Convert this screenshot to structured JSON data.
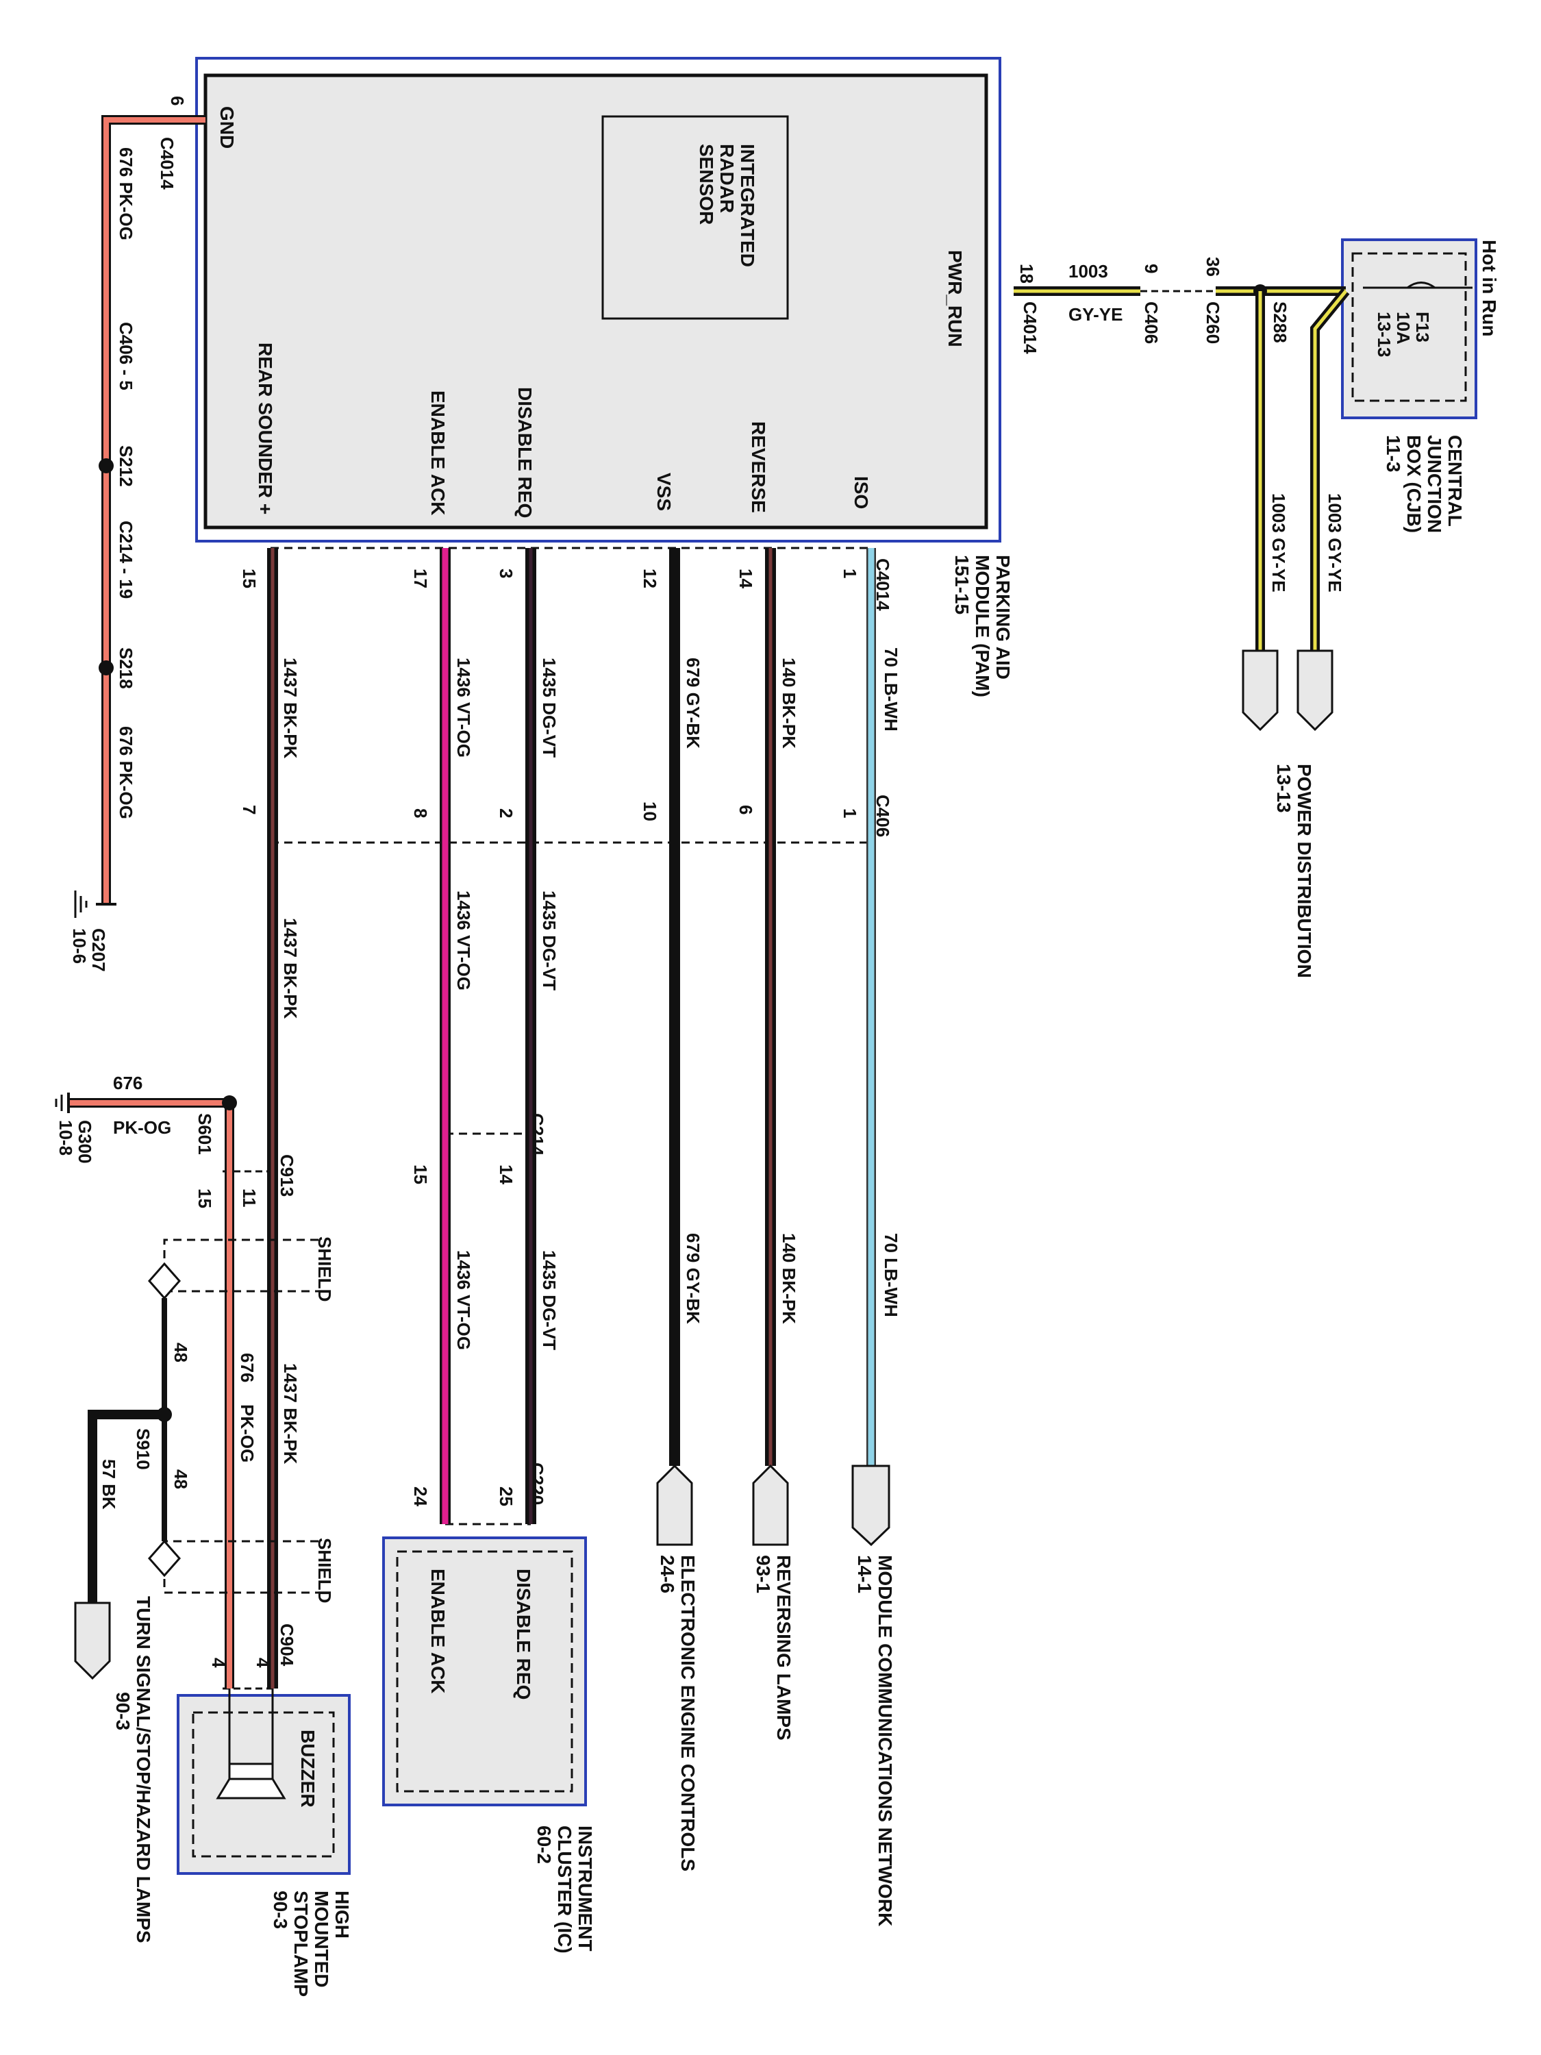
{
  "colors": {
    "border_blue": "#2a3fb5",
    "box_grey": "#e8e8e8",
    "pk_og": "#f07a6a",
    "bk_pk": "#5a2a2a",
    "vt_og": "#e0208f",
    "dg_vt": "#3a2030",
    "gy_bk": "#111111",
    "lb_wh": "#8fd3e8",
    "gy_ye": "#e8e04a",
    "black": "#111111"
  },
  "pam": {
    "title": [
      "PARKING AID",
      "MODULE (PAM)",
      "151-15"
    ],
    "radar": [
      "INTEGRATED",
      "RADAR",
      "SENSOR"
    ],
    "gnd": "GND",
    "pwr_run": "PWR_RUN",
    "outputs": [
      "REAR SOUNDER +",
      "ENABLE ACK",
      "DISABLE REQ",
      "VSS",
      "REVERSE",
      "ISO"
    ]
  },
  "cjb": {
    "title": [
      "CENTRAL",
      "JUNCTION",
      "BOX (CJB)",
      "11-3"
    ],
    "hot": "Hot in Run",
    "fuse": [
      "F13",
      "10A",
      "13-13"
    ]
  },
  "power_dist": [
    "POWER DISTRIBUTION",
    "13-13"
  ],
  "pwr": {
    "pin18": "18",
    "c4014": "C4014",
    "circuit": "1003",
    "color": "GY-YE",
    "pin9": "9",
    "c406": "C406",
    "pin36": "36",
    "c260": "C260",
    "s288": "S288",
    "w1": "1003   GY-YE",
    "w2": "1003   GY-YE"
  },
  "gnd_circuit": {
    "pin6": "6",
    "c4014": "C4014",
    "w1": "676   PK-OG",
    "c406": "C406 - 5",
    "s212": "S212",
    "c214": "C214 - 19",
    "s218": "S218",
    "w2": "676   PK-OG",
    "g207": [
      "G207",
      "10-6"
    ]
  },
  "connectors": {
    "c4014": "C4014",
    "c406": "C406",
    "c214": "C214",
    "c913": "C913",
    "c220": "C220",
    "c904": "C904"
  },
  "wires": {
    "rear": {
      "p1": "15",
      "w": "1437   BK-PK",
      "p2": "7",
      "p3": "11",
      "p4": "4"
    },
    "enable": {
      "p1": "17",
      "w": "1436   VT-OG",
      "p2": "8",
      "p3": "15",
      "p4": "24"
    },
    "disable": {
      "p1": "3",
      "w": "1435   DG-VT",
      "p2": "2",
      "p3": "14",
      "p4": "25"
    },
    "vss": {
      "p1": "12",
      "w": "679   GY-BK",
      "p2": "10"
    },
    "reverse": {
      "p1": "14",
      "w": "140   BK-PK",
      "p2": "6"
    },
    "iso": {
      "p1": "1",
      "w": "70   LB-WH",
      "p2": "1"
    }
  },
  "destinations": {
    "module_comm": [
      "MODULE COMMUNICATIONS NETWORK",
      "14-1"
    ],
    "reversing": [
      "REVERSING LAMPS",
      "93-1"
    ],
    "engine": [
      "ELECTRONIC ENGINE CONTROLS",
      "24-6"
    ],
    "turn": [
      "TURN SIGNAL/STOP/HAZARD LAMPS",
      "90-3"
    ]
  },
  "ic": {
    "title": [
      "INSTRUMENT",
      "CLUSTER (IC)",
      "60-2"
    ],
    "disable": "DISABLE REQ",
    "enable": "ENABLE ACK"
  },
  "hmsl": {
    "title": [
      "HIGH",
      "MOUNTED",
      "STOPLAMP",
      "90-3"
    ],
    "buzzer": "BUZZER"
  },
  "shield": {
    "label": "SHIELD",
    "w48": "48",
    "s910": "S910",
    "w57": "57   BK",
    "s601": "S601",
    "w676": "676",
    "pkog": "PK-OG",
    "g300": [
      "G300",
      "10-8"
    ],
    "pin15": "15"
  }
}
